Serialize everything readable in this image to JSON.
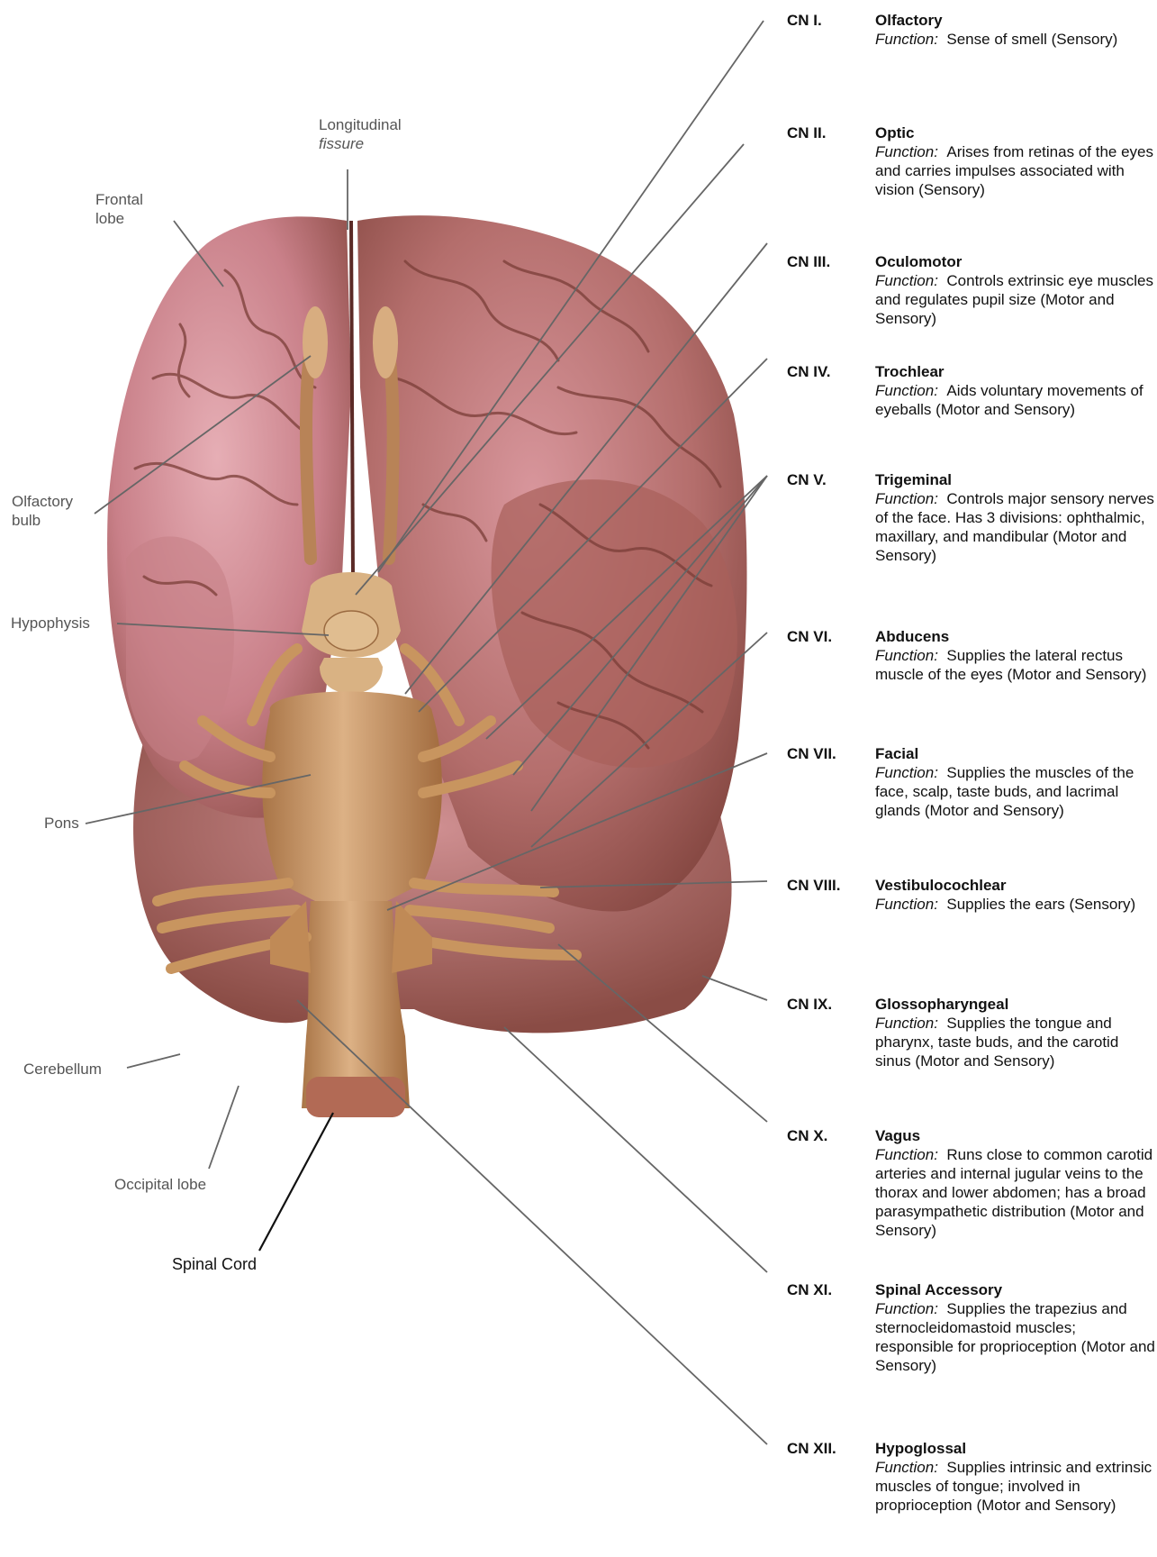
{
  "figure": {
    "left_labels": [
      {
        "key": "longitudinal",
        "lines": [
          "Longitudinal",
          "fissure"
        ]
      },
      {
        "key": "frontal",
        "lines": [
          "Frontal",
          "lobe"
        ]
      },
      {
        "key": "olfactory_bulb",
        "lines": [
          "Olfactory",
          "bulb"
        ]
      },
      {
        "key": "hypophysis",
        "lines": [
          "Hypophysis"
        ]
      },
      {
        "key": "pons",
        "lines": [
          "Pons"
        ]
      },
      {
        "key": "cerebellum",
        "lines": [
          "Cerebellum"
        ]
      },
      {
        "key": "occipital",
        "lines": [
          "Occipital lobe"
        ]
      },
      {
        "key": "spinal_cord",
        "lines": [
          "Spinal Cord"
        ]
      }
    ],
    "nerves": [
      {
        "num": "CN I.",
        "name": "Olfactory",
        "fn_label": "Function:",
        "fn": "Sense of smell (Sensory)"
      },
      {
        "num": "CN II.",
        "name": "Optic",
        "fn_label": "Function:",
        "fn": "Arises from retinas of the eyes and carries impulses associated with vision (Sensory)"
      },
      {
        "num": "CN III.",
        "name": "Oculomotor",
        "fn_label": "Function:",
        "fn": "Controls extrinsic eye muscles and regulates pupil size (Motor and Sensory)"
      },
      {
        "num": "CN IV.",
        "name": "Trochlear",
        "fn_label": "Function:",
        "fn": "Aids voluntary movements of eyeballs (Motor and Sensory)"
      },
      {
        "num": "CN V.",
        "name": "Trigeminal",
        "fn_label": "Function:",
        "fn": "Controls major sensory nerves of the face. Has 3 divisions: ophthalmic, maxillary, and mandibular (Motor and Sensory)"
      },
      {
        "num": "CN VI.",
        "name": "Abducens",
        "fn_label": "Function:",
        "fn": "Supplies the lateral rectus muscle of the eyes (Motor and Sensory)"
      },
      {
        "num": "CN VII.",
        "name": "Facial",
        "fn_label": "Function:",
        "fn": "Supplies the muscles of the face, scalp, taste buds, and lacrimal glands (Motor and Sensory)"
      },
      {
        "num": "CN VIII.",
        "name": "Vestibulocochlear",
        "fn_label": "Function:",
        "fn": "Supplies the ears (Sensory)"
      },
      {
        "num": "CN IX.",
        "name": "Glossopharyngeal",
        "fn_label": "Function:",
        "fn": "Supplies the tongue and pharynx, taste buds, and the carotid sinus (Motor and Sensory)"
      },
      {
        "num": "CN X.",
        "name": "Vagus",
        "fn_label": "Function:",
        "fn": "Runs close to common carotid arteries and internal jugular veins to the thorax and lower abdomen; has a broad parasympathetic distribution (Motor and Sensory)"
      },
      {
        "num": "CN XI.",
        "name": "Spinal Accessory",
        "fn_label": "Function:",
        "fn": "Supplies the trapezius and sternocleidomastoid muscles; responsible for proprioception (Motor and Sensory)"
      },
      {
        "num": "CN XII.",
        "name": "Hypoglossal",
        "fn_label": "Function:",
        "fn": "Supplies intrinsic and extrinsic muscles of tongue; involved in proprioception (Motor and Sensory)"
      }
    ],
    "colors": {
      "cortex": "#c77f86",
      "cortex_dark": "#8a4b45",
      "stem": "#cf9f70",
      "stem_dark": "#9a6a40",
      "cerebellum": "#b8716b",
      "leader": "#666666"
    }
  }
}
